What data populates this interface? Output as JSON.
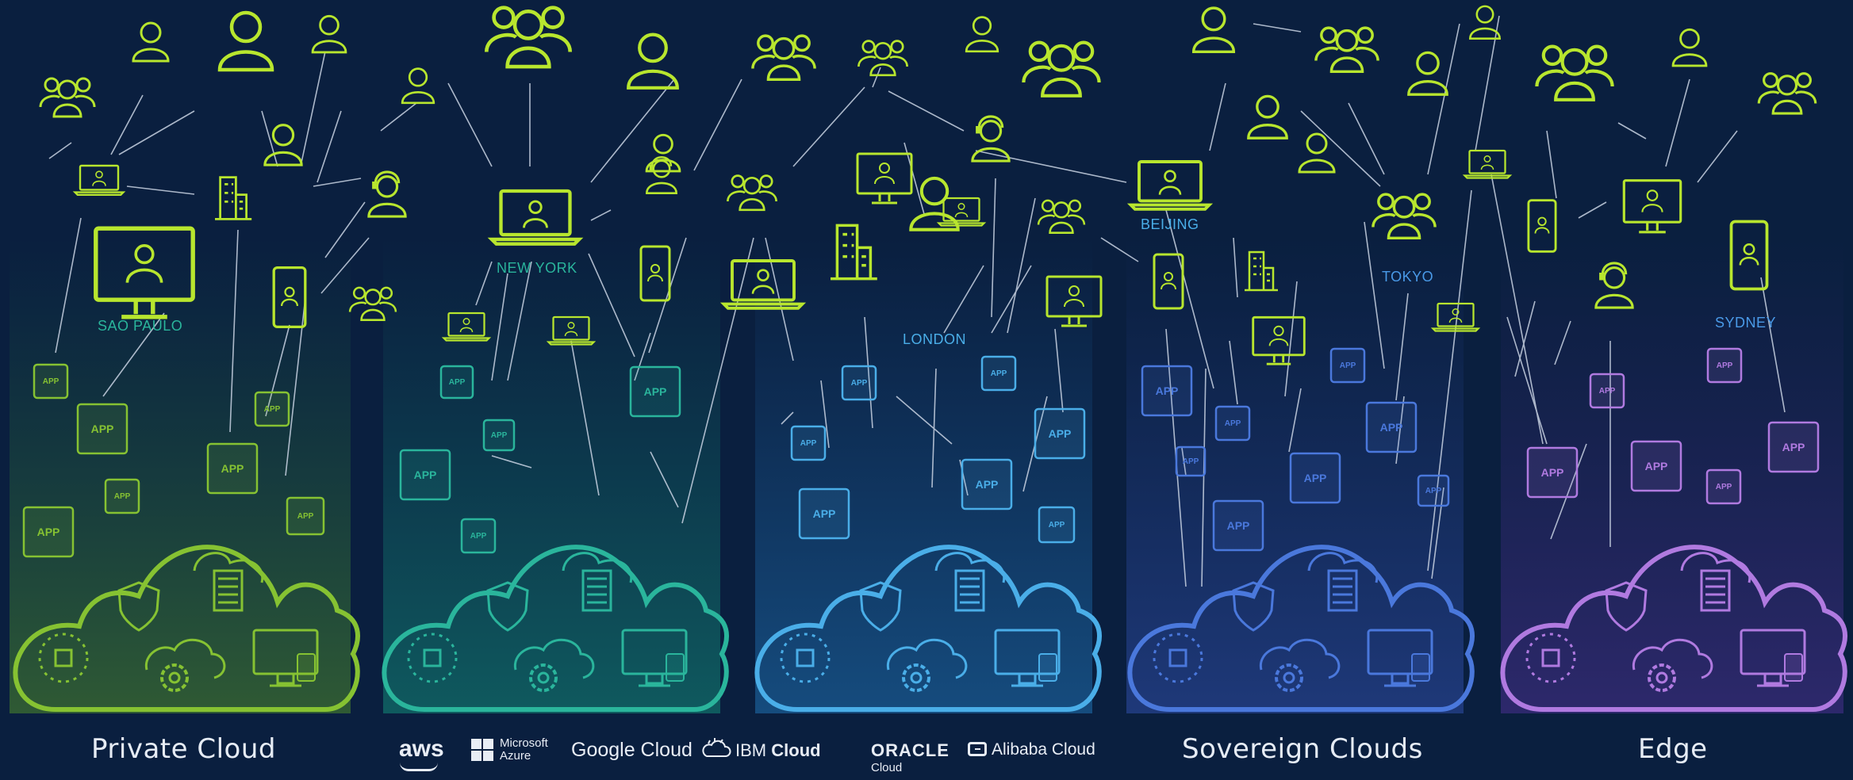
{
  "sections": [
    {
      "label": "Private Cloud",
      "color": "#86c232"
    },
    {
      "label": "",
      "color": "#2ab59c"
    },
    {
      "label": "",
      "color": "#4aaee8"
    },
    {
      "label": "Sovereign Clouds",
      "color": "#4a78dc"
    },
    {
      "label": "Edge",
      "color": "#b07ae0"
    }
  ],
  "cities": [
    "SAO PAULO",
    "NEW YORK",
    "LONDON",
    "BEIJING",
    "TOKYO",
    "SYDNEY"
  ],
  "app_label": "APP",
  "vendors": {
    "aws": "aws",
    "azure_line1": "Microsoft",
    "azure_line2": "Azure",
    "google": "Google Cloud",
    "ibm_prefix": "IBM",
    "ibm_suffix": "Cloud",
    "oracle": "ORACLE",
    "oracle_sub": "Cloud",
    "alibaba": "Alibaba Cloud"
  },
  "colors": {
    "background": "#0a1f3f",
    "user": "#b8e62e",
    "link": "#c9d3e3",
    "caption": "#e6ecf5"
  }
}
